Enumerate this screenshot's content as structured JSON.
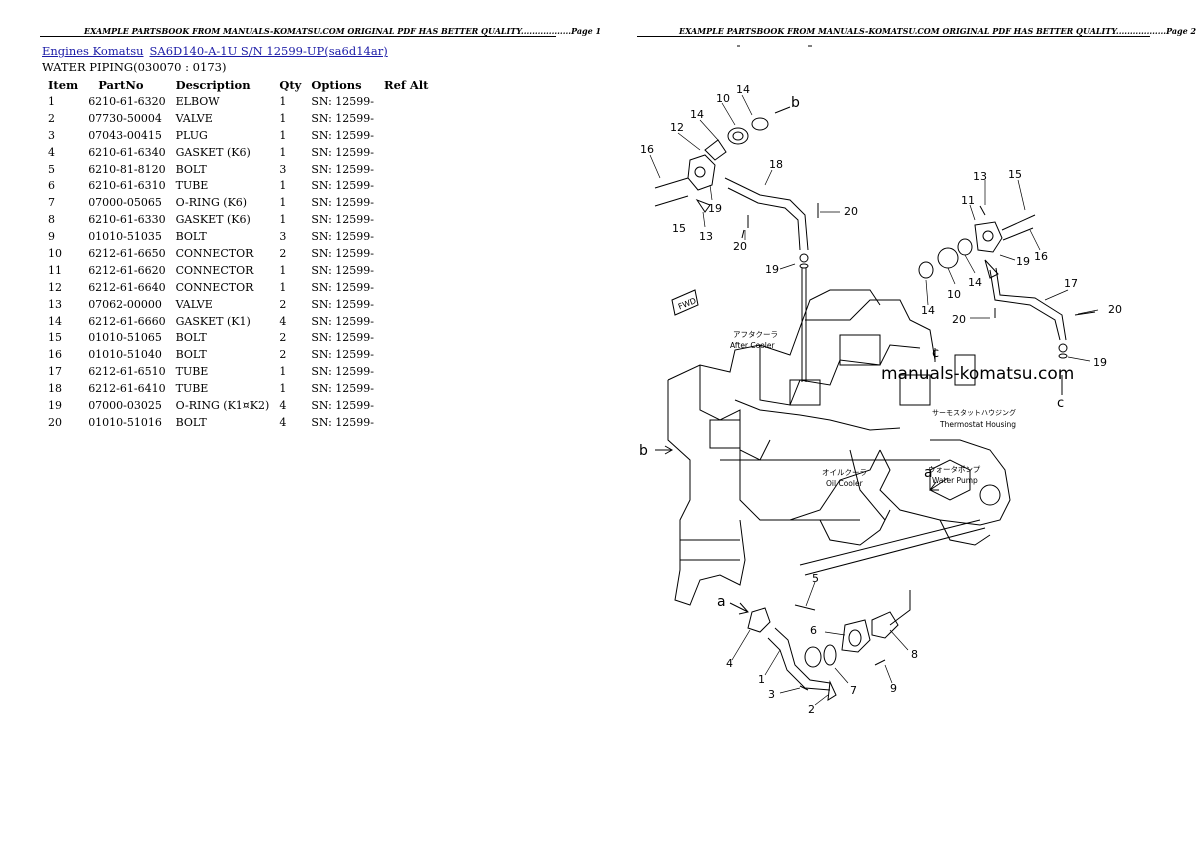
{
  "header": {
    "left": "EXAMPLE PARTSBOOK FROM MANUALS-KOMATSU.COM ORIGINAL PDF HAS BETTER QUALITY..................Page 1",
    "right": "EXAMPLE PARTSBOOK FROM MANUALS-KOMATSU.COM ORIGINAL PDF HAS BETTER QUALITY..................Page 2"
  },
  "breadcrumb": {
    "link1": "Engines Komatsu",
    "link2": "SA6D140-A-1U S/N 12599-UP(sa6d14ar)"
  },
  "section_title": "WATER PIPING(030070 : 0173)",
  "table": {
    "headers": {
      "item": "Item",
      "partno": "PartNo",
      "description": "Description",
      "qty": "Qty",
      "options": "Options",
      "refalt": "Ref Alt"
    },
    "rows": [
      {
        "item": "1",
        "partno": "6210-61-6320",
        "description": "ELBOW",
        "qty": "1",
        "options": "SN: 12599-"
      },
      {
        "item": "2",
        "partno": "07730-50004",
        "description": "VALVE",
        "qty": "1",
        "options": "SN: 12599-"
      },
      {
        "item": "3",
        "partno": "07043-00415",
        "description": "PLUG",
        "qty": "1",
        "options": "SN: 12599-"
      },
      {
        "item": "4",
        "partno": "6210-61-6340",
        "description": "GASKET (K6)",
        "qty": "1",
        "options": "SN: 12599-"
      },
      {
        "item": "5",
        "partno": "6210-81-8120",
        "description": "BOLT",
        "qty": "3",
        "options": "SN: 12599-"
      },
      {
        "item": "6",
        "partno": "6210-61-6310",
        "description": "TUBE",
        "qty": "1",
        "options": "SN: 12599-"
      },
      {
        "item": "7",
        "partno": "07000-05065",
        "description": "O-RING (K6)",
        "qty": "1",
        "options": "SN: 12599-"
      },
      {
        "item": "8",
        "partno": "6210-61-6330",
        "description": "GASKET (K6)",
        "qty": "1",
        "options": "SN: 12599-"
      },
      {
        "item": "9",
        "partno": "01010-51035",
        "description": "BOLT",
        "qty": "3",
        "options": "SN: 12599-"
      },
      {
        "item": "10",
        "partno": "6212-61-6650",
        "description": "CONNECTOR",
        "qty": "2",
        "options": "SN: 12599-"
      },
      {
        "item": "11",
        "partno": "6212-61-6620",
        "description": "CONNECTOR",
        "qty": "1",
        "options": "SN: 12599-"
      },
      {
        "item": "12",
        "partno": "6212-61-6640",
        "description": "CONNECTOR",
        "qty": "1",
        "options": "SN: 12599-"
      },
      {
        "item": "13",
        "partno": "07062-00000",
        "description": "VALVE",
        "qty": "2",
        "options": "SN: 12599-"
      },
      {
        "item": "14",
        "partno": "6212-61-6660",
        "description": "GASKET (K1)",
        "qty": "4",
        "options": "SN: 12599-"
      },
      {
        "item": "15",
        "partno": "01010-51065",
        "description": "BOLT",
        "qty": "2",
        "options": "SN: 12599-"
      },
      {
        "item": "16",
        "partno": "01010-51040",
        "description": "BOLT",
        "qty": "2",
        "options": "SN: 12599-"
      },
      {
        "item": "17",
        "partno": "6212-61-6510",
        "description": "TUBE",
        "qty": "1",
        "options": "SN: 12599-"
      },
      {
        "item": "18",
        "partno": "6212-61-6410",
        "description": "TUBE",
        "qty": "1",
        "options": "SN: 12599-"
      },
      {
        "item": "19",
        "partno": "07000-03025",
        "description": "O-RING (K1¤K2)",
        "qty": "4",
        "options": "SN: 12599-"
      },
      {
        "item": "20",
        "partno": "01010-51016",
        "description": "BOLT",
        "qty": "4",
        "options": "SN: 12599-"
      }
    ]
  },
  "diagram": {
    "watermark": "manuals-komatsu.com",
    "fwd": "FWD",
    "labels": {
      "after_cooler_jp": "アフタクーラ",
      "after_cooler": "After Cooler",
      "thermostat_jp": "サーモスタットハウジング",
      "thermostat": "Thermostat Housing",
      "oil_cooler_jp": "オイルクーラ",
      "oil_cooler": "Oil Cooler",
      "water_pump_jp": "ウォータポンプ",
      "water_pump": "Water Pump"
    },
    "callouts": [
      "1",
      "2",
      "3",
      "4",
      "5",
      "6",
      "7",
      "8",
      "9",
      "10",
      "11",
      "12",
      "13",
      "14",
      "15",
      "16",
      "17",
      "18",
      "19",
      "20",
      "a",
      "b",
      "c"
    ]
  }
}
